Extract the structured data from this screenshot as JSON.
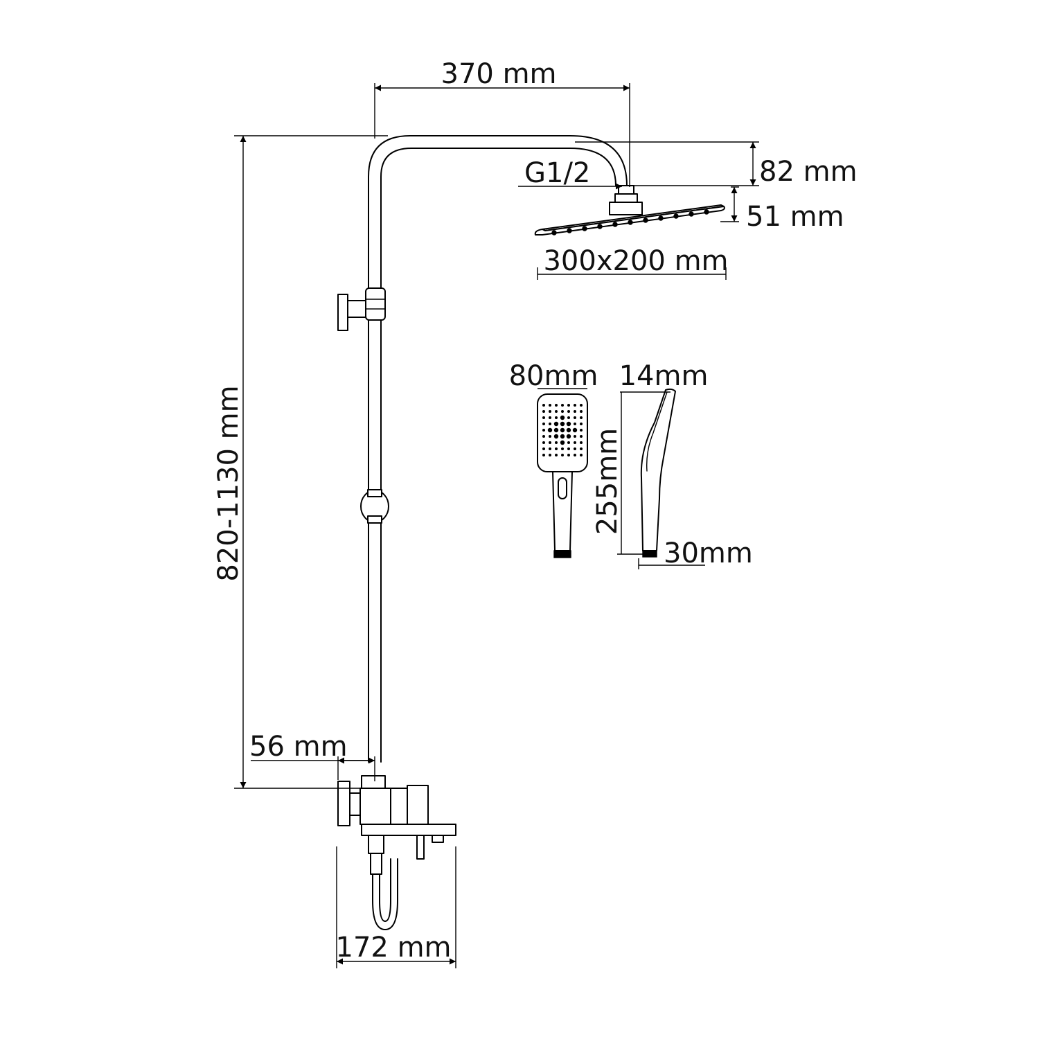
{
  "labels": {
    "arm_reach": "370 mm",
    "arm_drop": "82 mm",
    "connection": "G1/2",
    "head_thickness": "51 mm",
    "head_size": "300x200 mm",
    "riser_height": "820-1130 mm",
    "wall_offset": "56 mm",
    "mixer_width": "172 mm",
    "handshower_width": "80mm",
    "handshower_face": "14mm",
    "handshower_length": "255mm",
    "handshower_thickness": "30mm"
  }
}
